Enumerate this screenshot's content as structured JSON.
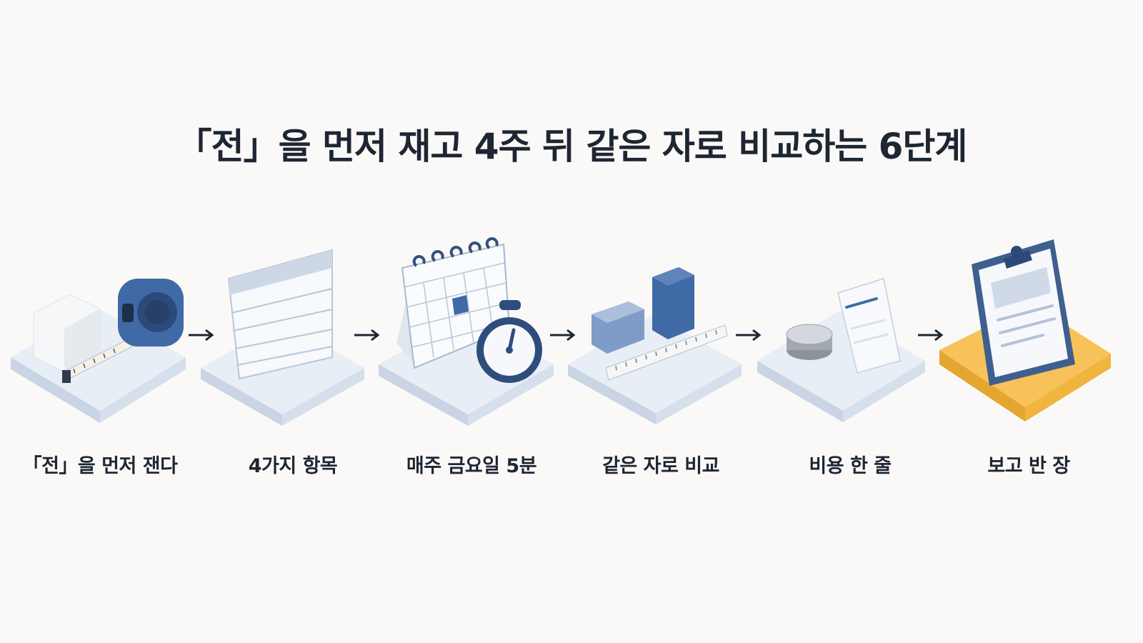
{
  "title": "「전」을 먼저 재고 4주 뒤 같은 자로 비교하는 6단계",
  "steps": [
    {
      "label": "「전」을 먼저 잰다",
      "icon": "tape-measure-icon"
    },
    {
      "label": "4가지 항목",
      "icon": "table-form-icon"
    },
    {
      "label": "매주 금요일 5분",
      "icon": "calendar-stopwatch-icon"
    },
    {
      "label": "같은 자로 비교",
      "icon": "blocks-ruler-icon"
    },
    {
      "label": "비용 한 줄",
      "icon": "coin-receipt-icon"
    },
    {
      "label": "보고 반 장",
      "icon": "clipboard-report-icon"
    }
  ],
  "colors": {
    "platform": "#dde5f0",
    "platform_final": "#f5b942",
    "accent_blue": "#3f6aa6",
    "light_blue": "#7f9cc8"
  }
}
